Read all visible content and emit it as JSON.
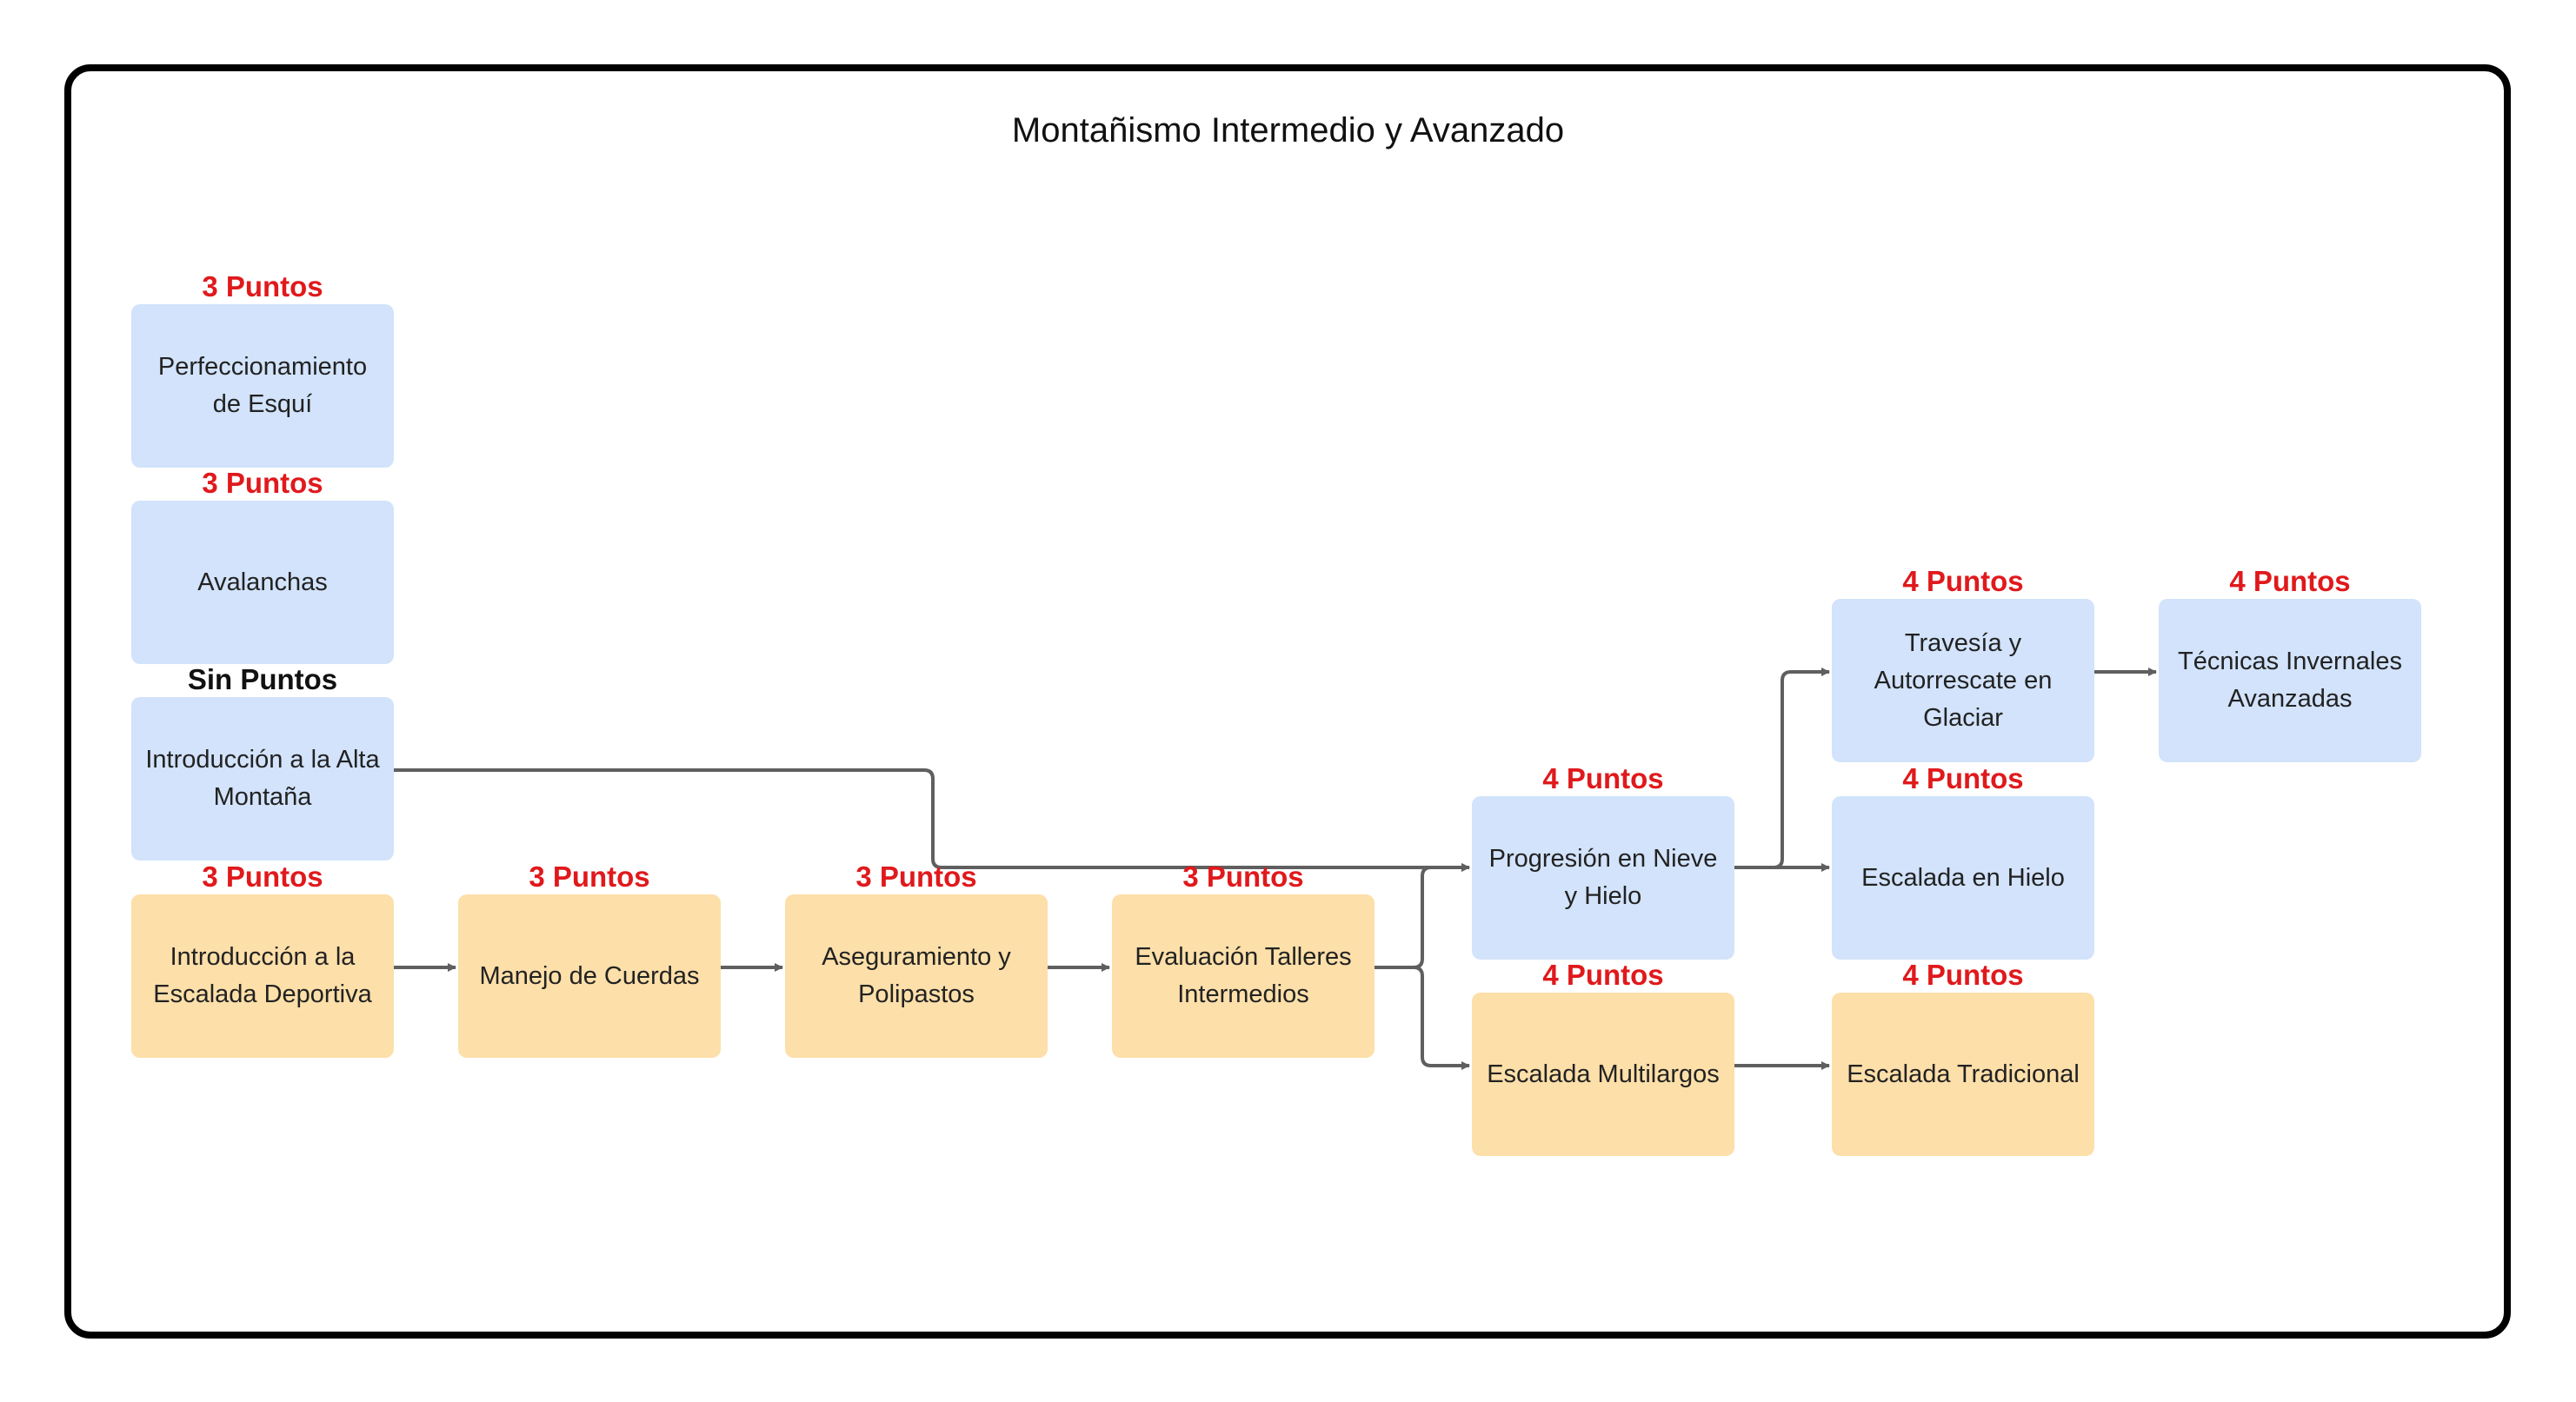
{
  "diagram": {
    "title": "Montañismo Intermedio y Avanzado",
    "colors": {
      "track_snow": "#d2e3fb",
      "track_rock": "#fddfa9",
      "points_label": "#e0191c",
      "no_points_label": "#111111",
      "connector": "#5f5f5f"
    },
    "nodes": [
      {
        "id": "esqui",
        "label": "Perfeccionamiento de Esquí",
        "points": "3 Puntos",
        "track": "blue"
      },
      {
        "id": "avalanchas",
        "label": "Avalanchas",
        "points": "3 Puntos",
        "track": "blue"
      },
      {
        "id": "alta_montana",
        "label": "Introducción a la Alta Montaña",
        "points": "Sin Puntos",
        "track": "blue"
      },
      {
        "id": "escalada_deportiva",
        "label": "Introducción a la Escalada Deportiva",
        "points": "3 Puntos",
        "track": "orange"
      },
      {
        "id": "cuerdas",
        "label": "Manejo de Cuerdas",
        "points": "3 Puntos",
        "track": "orange"
      },
      {
        "id": "polipastos",
        "label": "Aseguramiento y Polipastos",
        "points": "3 Puntos",
        "track": "orange"
      },
      {
        "id": "evaluacion",
        "label": "Evaluación Talleres Intermedios",
        "points": "3 Puntos",
        "track": "orange"
      },
      {
        "id": "nieve_hielo",
        "label": "Progresión en Nieve y Hielo",
        "points": "4 Puntos",
        "track": "blue"
      },
      {
        "id": "multilargos",
        "label": "Escalada Multilargos",
        "points": "4 Puntos",
        "track": "orange"
      },
      {
        "id": "glaciar",
        "label": "Travesía y Autorrescate en Glaciar",
        "points": "4 Puntos",
        "track": "blue"
      },
      {
        "id": "hielo",
        "label": "Escalada en Hielo",
        "points": "4 Puntos",
        "track": "blue"
      },
      {
        "id": "tradicional",
        "label": "Escalada Tradicional",
        "points": "4 Puntos",
        "track": "orange"
      },
      {
        "id": "invernales",
        "label": "Técnicas Invernales Avanzadas",
        "points": "4 Puntos",
        "track": "blue"
      }
    ],
    "edges": [
      {
        "from": "alta_montana",
        "to": "nieve_hielo"
      },
      {
        "from": "escalada_deportiva",
        "to": "cuerdas"
      },
      {
        "from": "cuerdas",
        "to": "polipastos"
      },
      {
        "from": "polipastos",
        "to": "evaluacion"
      },
      {
        "from": "evaluacion",
        "to": "nieve_hielo"
      },
      {
        "from": "evaluacion",
        "to": "multilargos"
      },
      {
        "from": "nieve_hielo",
        "to": "glaciar"
      },
      {
        "from": "nieve_hielo",
        "to": "hielo"
      },
      {
        "from": "glaciar",
        "to": "invernales"
      },
      {
        "from": "multilargos",
        "to": "tradicional"
      }
    ]
  }
}
